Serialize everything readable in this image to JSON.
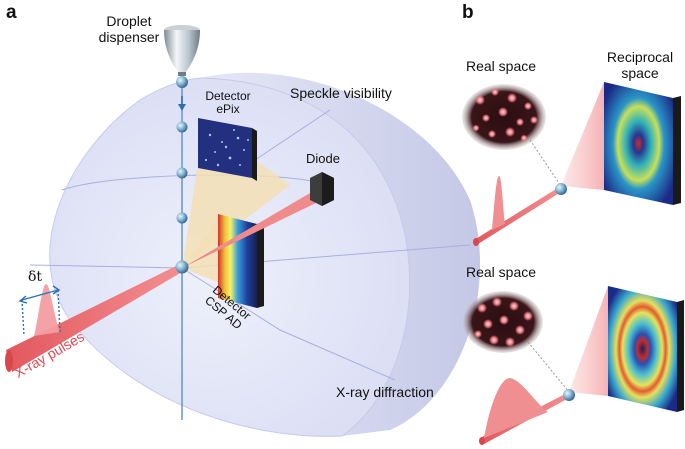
{
  "panels": {
    "a": {
      "letter": "a",
      "labels": {
        "droplet_dispenser_line1": "Droplet",
        "droplet_dispenser_line2": "dispenser",
        "detector_epix_line1": "Detector",
        "detector_epix_line2": "ePix",
        "speckle_visibility": "Speckle visibility",
        "diode": "Diode",
        "delta_t": "δt",
        "xray_pulses": "X-ray pulses",
        "detector_csp_line1": "Detector",
        "detector_csp_line2": "CSP AD",
        "xray_diffraction": "X-ray diffraction"
      }
    },
    "b": {
      "letter": "b",
      "labels": {
        "real_space_top": "Real space",
        "reciprocal_space_top_line1": "Reciprocal",
        "reciprocal_space_top_line2": "space",
        "real_space_bottom": "Real space"
      }
    }
  },
  "colors": {
    "beam": "#e96f73",
    "beam_light": "#f6b3b3",
    "chamber": "#dcdff5",
    "chamber_edge": "#c9cdeb",
    "droplet": "#6fa4c8",
    "scatter_cone": "#f3dfb4",
    "arrow_blue": "#2c6fb7",
    "label_red": "#e0474f"
  }
}
